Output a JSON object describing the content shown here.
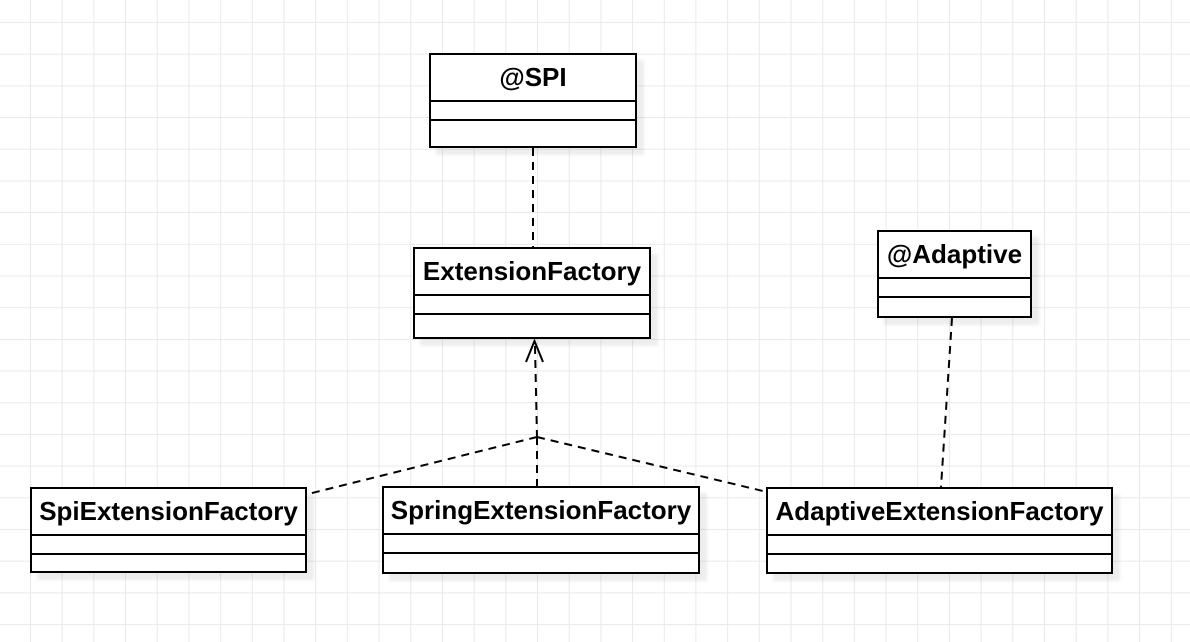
{
  "diagram": {
    "type": "uml-class-diagram",
    "classes": [
      {
        "id": "spi",
        "name": "@SPI",
        "attributes": [],
        "methods": []
      },
      {
        "id": "extension-factory",
        "name": "ExtensionFactory",
        "attributes": [],
        "methods": []
      },
      {
        "id": "adaptive",
        "name": "@Adaptive",
        "attributes": [],
        "methods": []
      },
      {
        "id": "spi-extension-factory",
        "name": "SpiExtensionFactory",
        "attributes": [],
        "methods": []
      },
      {
        "id": "spring-extension-factory",
        "name": "SpringExtensionFactory",
        "attributes": [],
        "methods": []
      },
      {
        "id": "adaptive-extension-factory",
        "name": "AdaptiveExtensionFactory",
        "attributes": [],
        "methods": []
      }
    ],
    "relationships": [
      {
        "from": "ExtensionFactory",
        "to": "@SPI",
        "style": "dashed",
        "arrow": "none"
      },
      {
        "from": "SpiExtensionFactory",
        "to": "ExtensionFactory",
        "style": "dashed",
        "arrow": "open"
      },
      {
        "from": "SpringExtensionFactory",
        "to": "ExtensionFactory",
        "style": "dashed",
        "arrow": "open"
      },
      {
        "from": "AdaptiveExtensionFactory",
        "to": "ExtensionFactory",
        "style": "dashed",
        "arrow": "open"
      },
      {
        "from": "AdaptiveExtensionFactory",
        "to": "@Adaptive",
        "style": "dashed",
        "arrow": "none"
      }
    ],
    "colors": {
      "background": "#ffffff",
      "grid_line": "#e9e9e9",
      "shape_fill": "#ffffff",
      "shape_border": "#000000",
      "text": "#000000",
      "shadow": "rgba(0,0,0,0.07)"
    }
  }
}
